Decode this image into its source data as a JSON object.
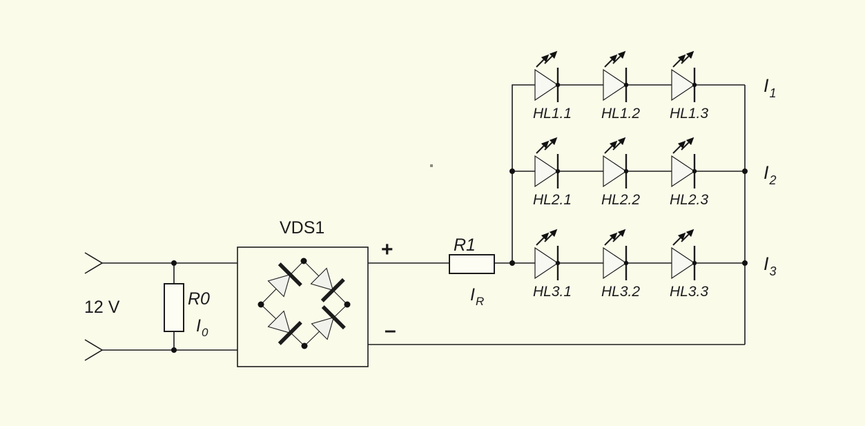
{
  "diagram": {
    "type": "circuit-schematic",
    "source": {
      "voltage_label": "12 V"
    },
    "components": {
      "input_resistor": {
        "label": "R0",
        "current": {
          "base": "I",
          "sub": "0"
        }
      },
      "bridge": {
        "label": "VDS1",
        "plus_label": "+",
        "minus_label": "–"
      },
      "series_resistor": {
        "label": "R1",
        "current": {
          "base": "I",
          "sub": "R"
        }
      },
      "led_rows": [
        {
          "current": {
            "base": "I",
            "sub": "1"
          },
          "leds": [
            "HL1.1",
            "HL1.2",
            "HL1.3"
          ]
        },
        {
          "current": {
            "base": "I",
            "sub": "2"
          },
          "leds": [
            "HL2.1",
            "HL2.2",
            "HL2.3"
          ]
        },
        {
          "current": {
            "base": "I",
            "sub": "3"
          },
          "leds": [
            "HL3.1",
            "HL3.2",
            "HL3.3"
          ]
        }
      ]
    },
    "colors": {
      "background": "#fbfbea",
      "line": "#1c1c1c",
      "diode_fill": "#f2f2ec",
      "led_fill": "#f8f8f2"
    }
  }
}
